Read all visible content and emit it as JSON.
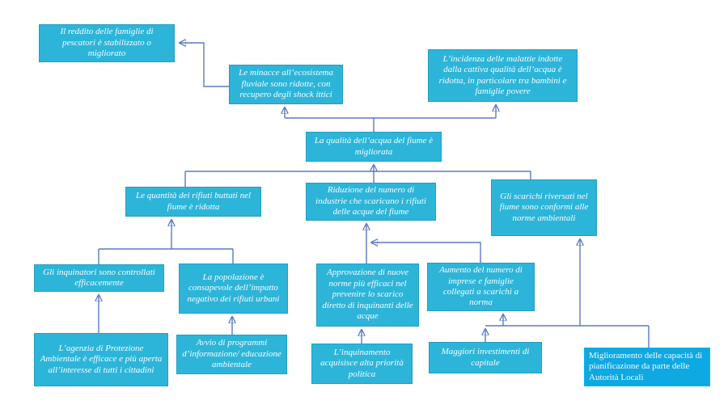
{
  "diagram": {
    "kind": "objective-tree-flowchart",
    "colors": {
      "background": "#ffffff",
      "box_fill": "#2db5d9",
      "box_fill_alt": "#0ea8e2",
      "box_text": "#f6fcfe",
      "connector": "#5b79c2",
      "arrowhead": "#31549f"
    },
    "nodes": [
      {
        "id": "reddito-famiglie",
        "text": "Il reddito delle famiglie di pescatori è stabilizzato o migliorato"
      },
      {
        "id": "minacce-ecosistema",
        "text": "Le minacce all’ecosistema fluviale sono ridotte, con recupero degli shock ittici"
      },
      {
        "id": "incidenza-malattie",
        "text": "L’incidenza delle malattie indotte dalla cattiva qualità dell’acqua è ridotta, in particolare tra bambini e famiglie povere"
      },
      {
        "id": "qualita-acqua",
        "text": "La qualità dell’acqua del fiume è migliorata"
      },
      {
        "id": "quantita-rifiuti",
        "text": "Le  quantità dei rifiuti buttati nel fiume è ridotta"
      },
      {
        "id": "riduzione-industrie",
        "text": "Riduzione del numero di industrie che scaricano i rifiuti delle acque del fiume"
      },
      {
        "id": "scarichi-conformi",
        "text": "Gli scarichi riversati nel fiume sono conformi alle norme ambientali"
      },
      {
        "id": "inquinatori-controllati",
        "text": "Gli inquinatori sono controllati efficacemente"
      },
      {
        "id": "popolazione-consapevole",
        "text": "La popolazione è consapevole dell’impatto negativo dei rifiuti urbani"
      },
      {
        "id": "nuove-norme",
        "text": "Approvazione di nuove norme più efficaci nel prevenire lo scarico diretto di inquinanti delle acque"
      },
      {
        "id": "aumento-imprese",
        "text": "Aumento del numero di imprese e famiglie collegati a scarichi a norma"
      },
      {
        "id": "agenzia-protezione",
        "text": "L’agenzia di Protezione Ambientale è efficace e più aperta all’interesse di tutti i cittadini"
      },
      {
        "id": "programmi-informazione",
        "text": "Avvio di programmi d’informazione/ educazione ambientale"
      },
      {
        "id": "inquinamento-priorita",
        "text": "L’inquinamento acquisisce alta priorità politica"
      },
      {
        "id": "investimenti-capitale",
        "text": "Maggiori investimenti di capitale"
      },
      {
        "id": "pianificazione-autorita",
        "text": "Miglioramento delle capacità di pianificazione da parte delle Autorità Locali"
      }
    ]
  }
}
